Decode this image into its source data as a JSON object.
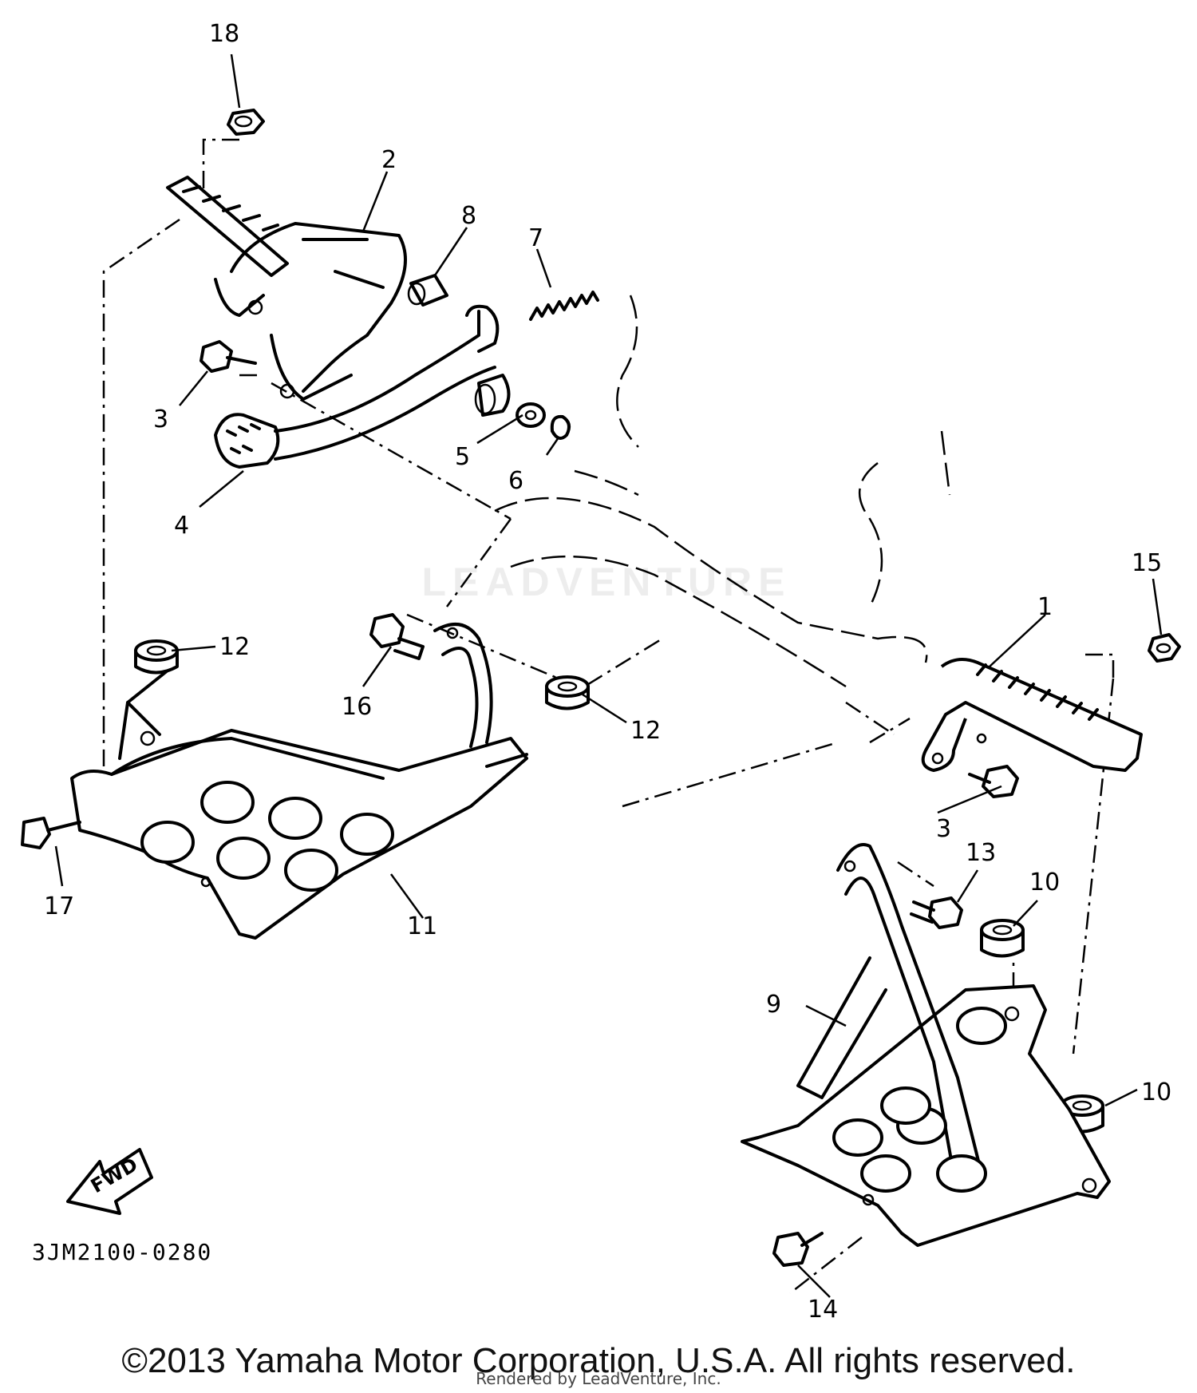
{
  "diagram": {
    "part_code": "3JM2100-0280",
    "direction_label": "FWD",
    "callouts": {
      "c18": "18",
      "c2": "2",
      "c8": "8",
      "c7": "7",
      "c3a": "3",
      "c5": "5",
      "c6": "6",
      "c4": "4",
      "c12a": "12",
      "c16": "16",
      "c12b": "12",
      "c1": "1",
      "c15": "15",
      "c3b": "3",
      "c13": "13",
      "c10a": "10",
      "c9": "9",
      "c10b": "10",
      "c14": "14",
      "c17": "17",
      "c11": "11"
    }
  },
  "watermark": "LEADVENTURE",
  "copyright": "©2013 Yamaha Motor Corporation, U.S.A. All rights reserved.",
  "rendered_by": "Rendered by LeadVenture, Inc."
}
